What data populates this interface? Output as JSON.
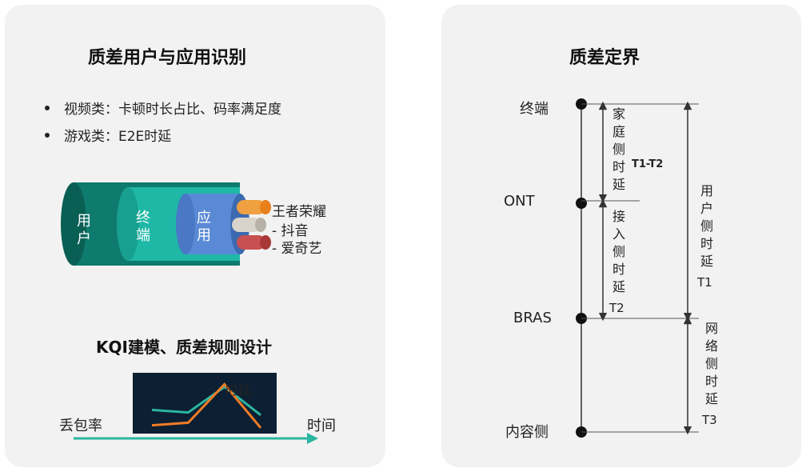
{
  "left": {
    "title": "质差用户与应用识别",
    "bullets": [
      "视频类：卡顿时长占比、码率满足度",
      "游戏类：E2E时延"
    ],
    "cable": {
      "layers": [
        "用户",
        "终端",
        "应用"
      ],
      "apps": [
        "王者荣耀",
        "- 抖音",
        "- 爱奇艺"
      ]
    },
    "model_title": "KQI建模、质差规则设计",
    "chart": {
      "note": "时延",
      "x_axis": "时间",
      "y_axis": "丢包率"
    }
  },
  "right": {
    "title": "质差定界",
    "nodes": [
      "终端",
      "ONT",
      "BRAS",
      "内容侧"
    ],
    "segments": {
      "home": "家庭侧时延",
      "home_tag": "T1-T2",
      "access": "接入侧时延",
      "access_tag": "T2",
      "user": "用户侧时延",
      "user_tag": "T1",
      "network": "网络侧时延",
      "network_tag": "T3"
    }
  },
  "chart_data": {
    "type": "line",
    "title": "",
    "xlabel": "时间",
    "ylabel": "丢包率",
    "series": [
      {
        "name": "",
        "color": "#2bb5a0",
        "values": [
          0.4,
          0.35,
          0.85,
          0.3
        ]
      },
      {
        "name": "",
        "color": "#f07c26",
        "values": [
          0.1,
          0.15,
          0.9,
          0.05
        ]
      }
    ],
    "grid": false
  }
}
